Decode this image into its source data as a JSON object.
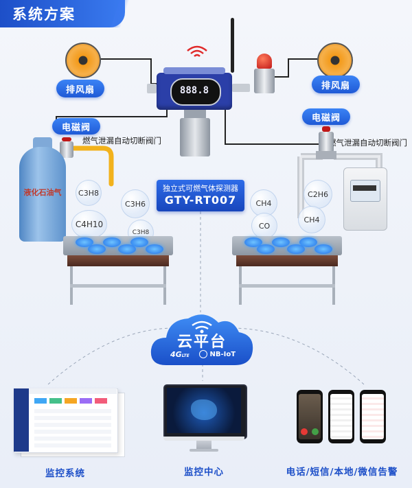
{
  "header": {
    "title": "系统方案"
  },
  "fans": {
    "left_label": "排风扇",
    "right_label": "排风扇"
  },
  "valves": {
    "left_label": "电磁阀",
    "left_caption": "燃气泄漏自动切断阀门",
    "right_label": "电磁阀",
    "right_caption": "燃气泄漏自动切断阀门"
  },
  "detector": {
    "name": "独立式可燃气体探测器",
    "model": "GTY-RT007",
    "display": "888.8"
  },
  "tank": {
    "text": "液化石油气"
  },
  "gases_left": [
    "C3H8",
    "C3H6",
    "C4H10",
    "C3H8"
  ],
  "gases_right": [
    "CH4",
    "C2H6",
    "CO",
    "CH4"
  ],
  "cloud": {
    "title": "云平台",
    "badge_4g": "4G",
    "badge_lte": "LTE",
    "badge_nb": "NB-IoT"
  },
  "bottom": {
    "monitor_system": "监控系统",
    "monitor_center": "监控中心",
    "alerts": "电话/短信/本地/微信告警"
  },
  "colors": {
    "primary": "#1f5ad6",
    "accent": "#3b83f5",
    "pipe_yellow": "#f2b21c",
    "tank_blue": "#6fa3d9"
  }
}
